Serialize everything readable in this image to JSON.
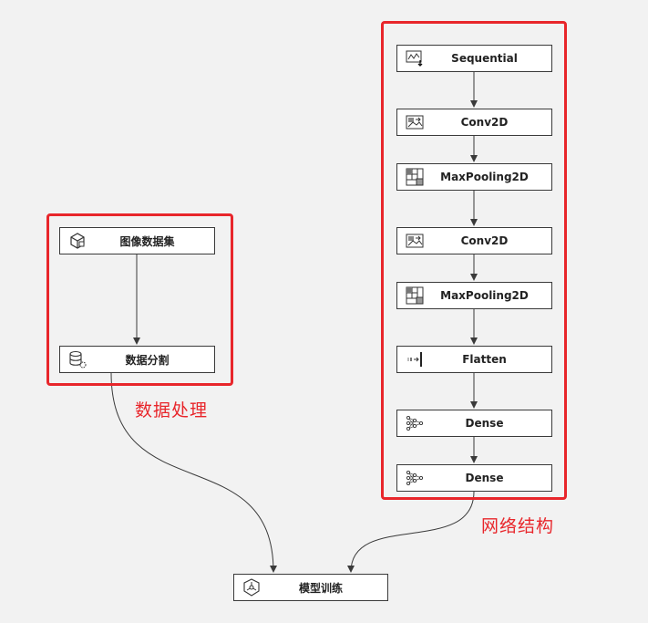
{
  "groups": {
    "data_processing": {
      "label": "数据处理"
    },
    "network": {
      "label": "网络结构"
    }
  },
  "nodes": {
    "image_dataset": {
      "label": "图像数据集",
      "icon": "cube-icon"
    },
    "data_split": {
      "label": "数据分割",
      "icon": "database-split-icon"
    },
    "sequential": {
      "label": "Sequential",
      "icon": "sequential-icon"
    },
    "conv2d_1": {
      "label": "Conv2D",
      "icon": "image-conv-icon"
    },
    "maxpool_1": {
      "label": "MaxPooling2D",
      "icon": "pooling-grid-icon"
    },
    "conv2d_2": {
      "label": "Conv2D",
      "icon": "image-conv-icon"
    },
    "maxpool_2": {
      "label": "MaxPooling2D",
      "icon": "pooling-grid-icon"
    },
    "flatten": {
      "label": "Flatten",
      "icon": "flatten-icon"
    },
    "dense_1": {
      "label": "Dense",
      "icon": "neural-net-icon"
    },
    "dense_2": {
      "label": "Dense",
      "icon": "neural-net-icon"
    },
    "model_train": {
      "label": "模型训练",
      "icon": "train-model-icon"
    }
  },
  "colors": {
    "accent": "#e8262b",
    "edge": "#3a3a3a",
    "node_border": "#3a3a3a",
    "background": "#f2f2f2"
  }
}
